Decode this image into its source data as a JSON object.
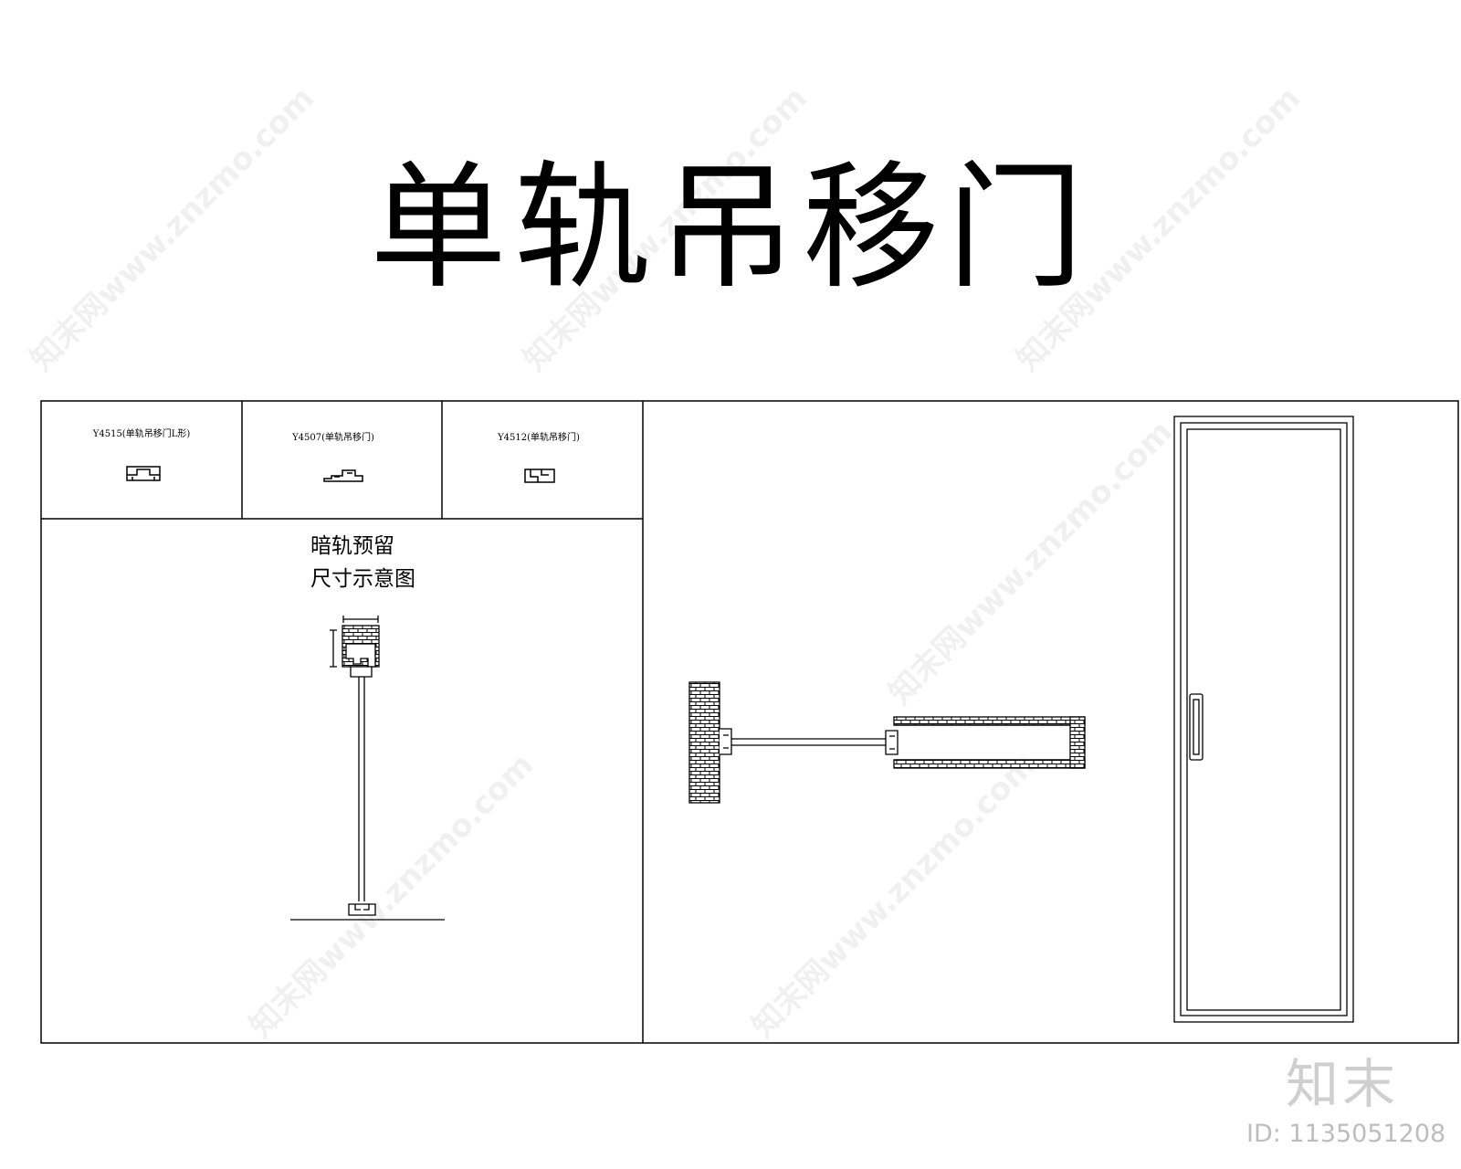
{
  "title": "单轨吊移门",
  "profiles": [
    {
      "code": "Y4515(单轨吊移门L形)"
    },
    {
      "code": "Y4507(单轨吊移门)"
    },
    {
      "code": "Y4512(单轨吊移门)"
    }
  ],
  "section_note": {
    "line1": "暗轨预留",
    "line2": "尺寸示意图"
  },
  "brand": "知末",
  "id_label": "ID: 1135051208",
  "watermark": "知末网www.znzmo.com",
  "colors": {
    "line": "#000000",
    "brand_gray": "#cfcfcf"
  }
}
